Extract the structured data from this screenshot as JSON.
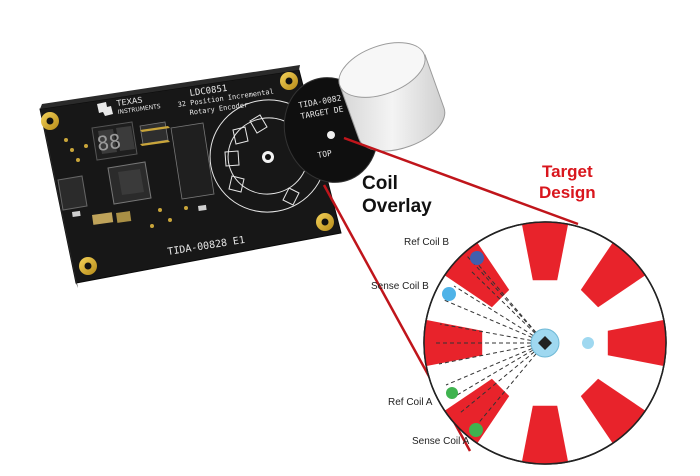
{
  "labels": {
    "coil_overlay": [
      "Coil",
      "Overlay"
    ],
    "target_design": [
      "Target",
      "Design"
    ],
    "ref_coil_b": "Ref Coil B",
    "sense_coil_b": "Sense Coil B",
    "ref_coil_a": "Ref Coil A",
    "sense_coil_a": "Sense Coil A"
  },
  "pcb": {
    "brand": [
      "TEXAS",
      "INSTRUMENTS"
    ],
    "part_number": "LDC0851",
    "description_1": "32 Position Incremental",
    "description_2": "Rotary Encoder",
    "board_id": "TIDA-00828 E1",
    "display_digits": "88"
  },
  "overlay_disc": {
    "title_1": "TIDA-0082",
    "title_2": "TARGET DE",
    "side_label": "TOP"
  },
  "colors": {
    "pcb": "#161616",
    "target_red": "#e8232b",
    "callout_line": "#c0151b",
    "label_red": "#d9161d",
    "ref_coil_b_dot": "#3f5fae",
    "sense_coil_b_dot": "#4fb3e8",
    "ref_coil_a_dot": "#3fb34f",
    "sense_coil_a_dot": "#3fb34f",
    "hub": "#9fd8f0"
  },
  "icons": [
    "ti-logo-icon",
    "mounting-hole-icon",
    "seven-segment-display-icon",
    "knob-cylinder-icon"
  ]
}
